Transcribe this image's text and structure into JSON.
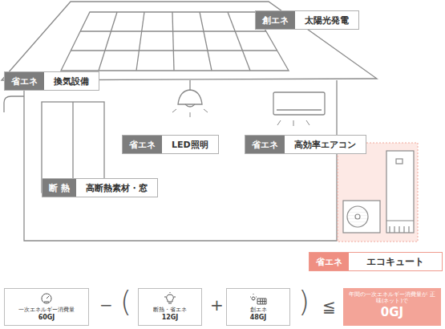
{
  "diagram": {
    "nodes": [
      {
        "text": [
          "創エネ",
          "太陽光発電"
        ]
      },
      {
        "text": [
          "省エネ",
          "換気設備"
        ]
      },
      {
        "text": [
          "省エネ",
          "LED照明"
        ]
      },
      {
        "text": [
          "省エネ",
          "高効率エアコン"
        ]
      },
      {
        "text": [
          "断 熱",
          "高断熱素材・窓"
        ]
      },
      {
        "text": [
          "省エネ",
          "エコキュート"
        ]
      },
      {
        "text": [
          "一次エネルギー消費量",
          "60GJ"
        ]
      },
      {
        "text": [
          "断熱・省エネ",
          "12GJ"
        ]
      },
      {
        "text": [
          "創エネ",
          "48GJ"
        ]
      },
      {
        "text": [
          "年間の一次エネルギー消費量が 正味(ネット)で",
          "0GJ"
        ]
      }
    ],
    "labels": [
      "−",
      "(",
      "+",
      ")",
      "≦"
    ]
  }
}
